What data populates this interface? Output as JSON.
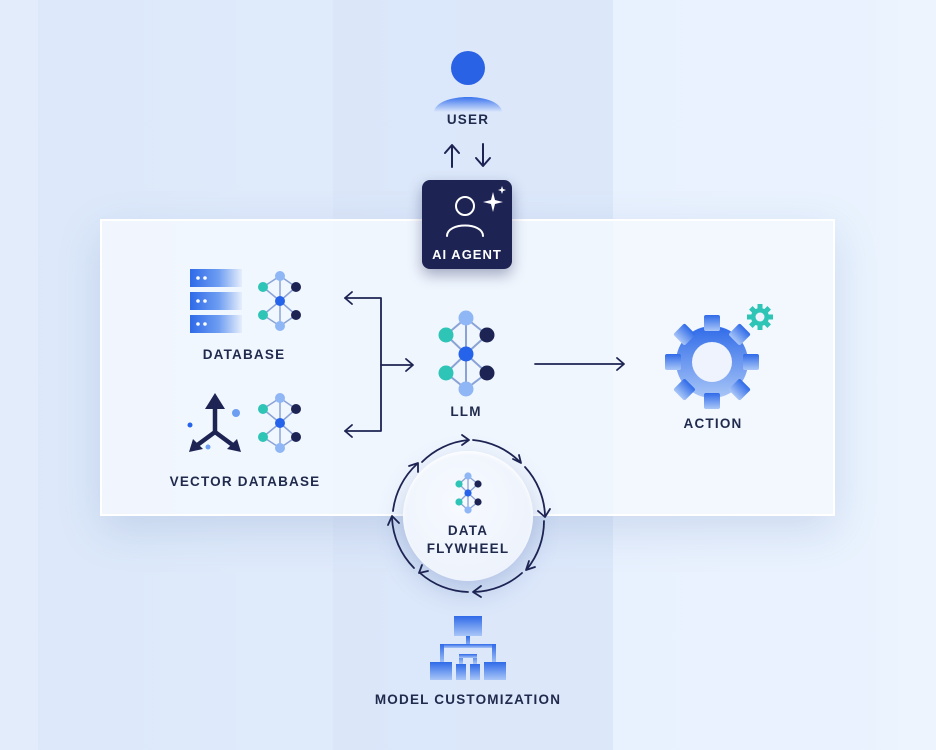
{
  "colors": {
    "navy": "#1d2453",
    "blue": "#2563eb",
    "light_blue": "#8fb6f5",
    "teal": "#2ec4b6",
    "label_text": "#1f2a4d"
  },
  "nodes": {
    "user": {
      "label": "USER",
      "icon": "user-icon"
    },
    "agent": {
      "label": "AI AGENT",
      "icon": "agent-sparkle-icon"
    },
    "database": {
      "label": "DATABASE",
      "icon": "server-stack-icon"
    },
    "vector_database": {
      "label": "VECTOR DATABASE",
      "icon": "vector-axes-icon"
    },
    "llm": {
      "label": "LLM",
      "icon": "neural-network-icon"
    },
    "action": {
      "label": "ACTION",
      "icon": "gear-icon"
    },
    "flywheel": {
      "label_line1": "DATA",
      "label_line2": "FLYWHEEL",
      "icon": "neural-network-icon"
    },
    "model_customization": {
      "label": "MODEL CUSTOMIZATION",
      "icon": "hierarchy-icon"
    }
  }
}
